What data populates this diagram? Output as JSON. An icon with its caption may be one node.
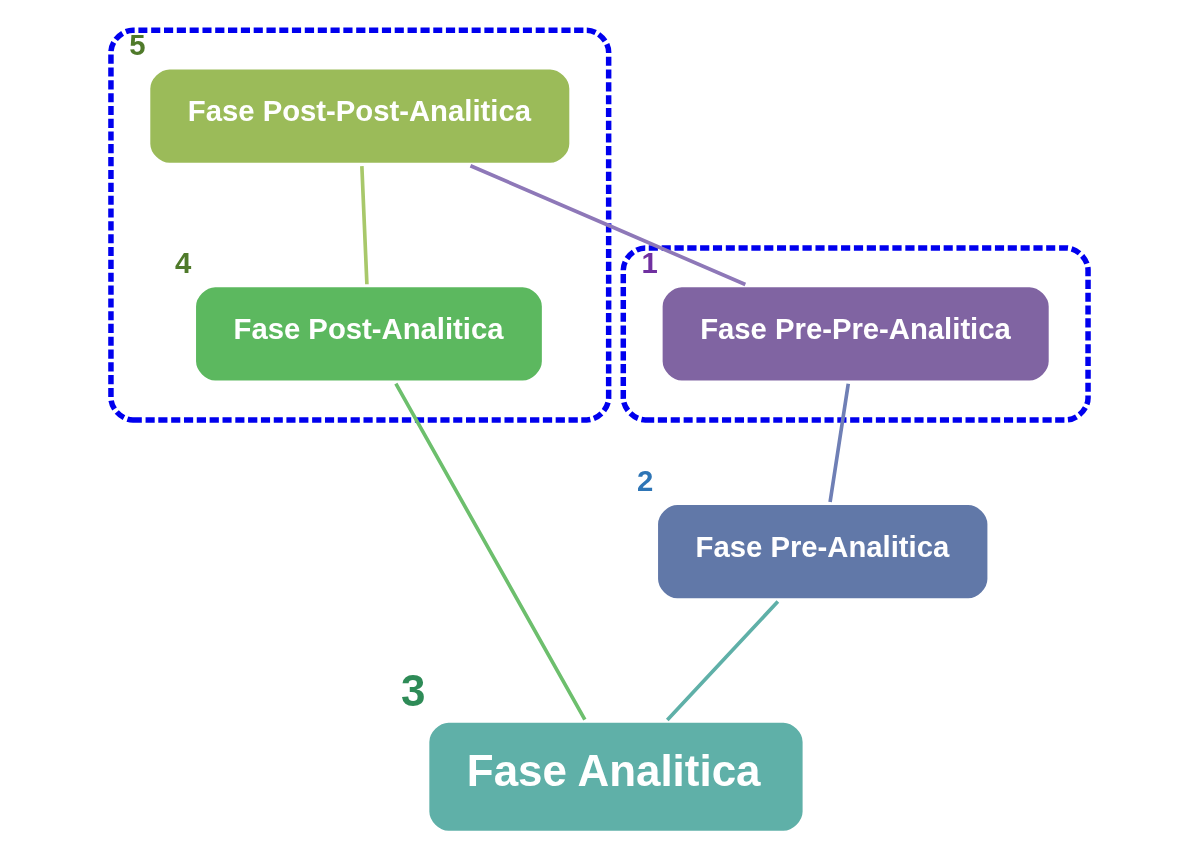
{
  "diagram": {
    "nodes": [
      {
        "text": [],
        "shape": "box"
      },
      {
        "text": [
          "Fase Post-Post-Analitica"
        ],
        "in": 0,
        "beside": [
          "5"
        ]
      },
      {
        "text": [
          "Fase Post-Analitica"
        ],
        "in": 0,
        "beside": [
          "4"
        ]
      },
      {
        "text": [],
        "shape": "box"
      },
      {
        "text": [
          "Fase Pre-Pre-Analitica"
        ],
        "in": 3,
        "beside": [
          "1"
        ]
      },
      {
        "text": [
          "Fase Analitica"
        ],
        "beside": [
          "3"
        ]
      },
      {
        "text": [
          "Fase Pre-Analitica"
        ],
        "beside": [
          "2"
        ]
      }
    ],
    "edges": [
      {
        "from": 1,
        "to": 2,
        "arrow": "none",
        "color": "#a8c86a"
      },
      {
        "from": 1,
        "to": 4,
        "arrow": "none",
        "color": "#8e78b8"
      },
      {
        "from": 4,
        "to": 6,
        "arrow": "none",
        "color": "#6f7fb5"
      },
      {
        "from": 6,
        "to": 5,
        "arrow": "none",
        "color": "#5fb0a8"
      },
      {
        "from": 5,
        "to": 2,
        "arrow": "none",
        "color": "#6dbf6d"
      }
    ]
  }
}
